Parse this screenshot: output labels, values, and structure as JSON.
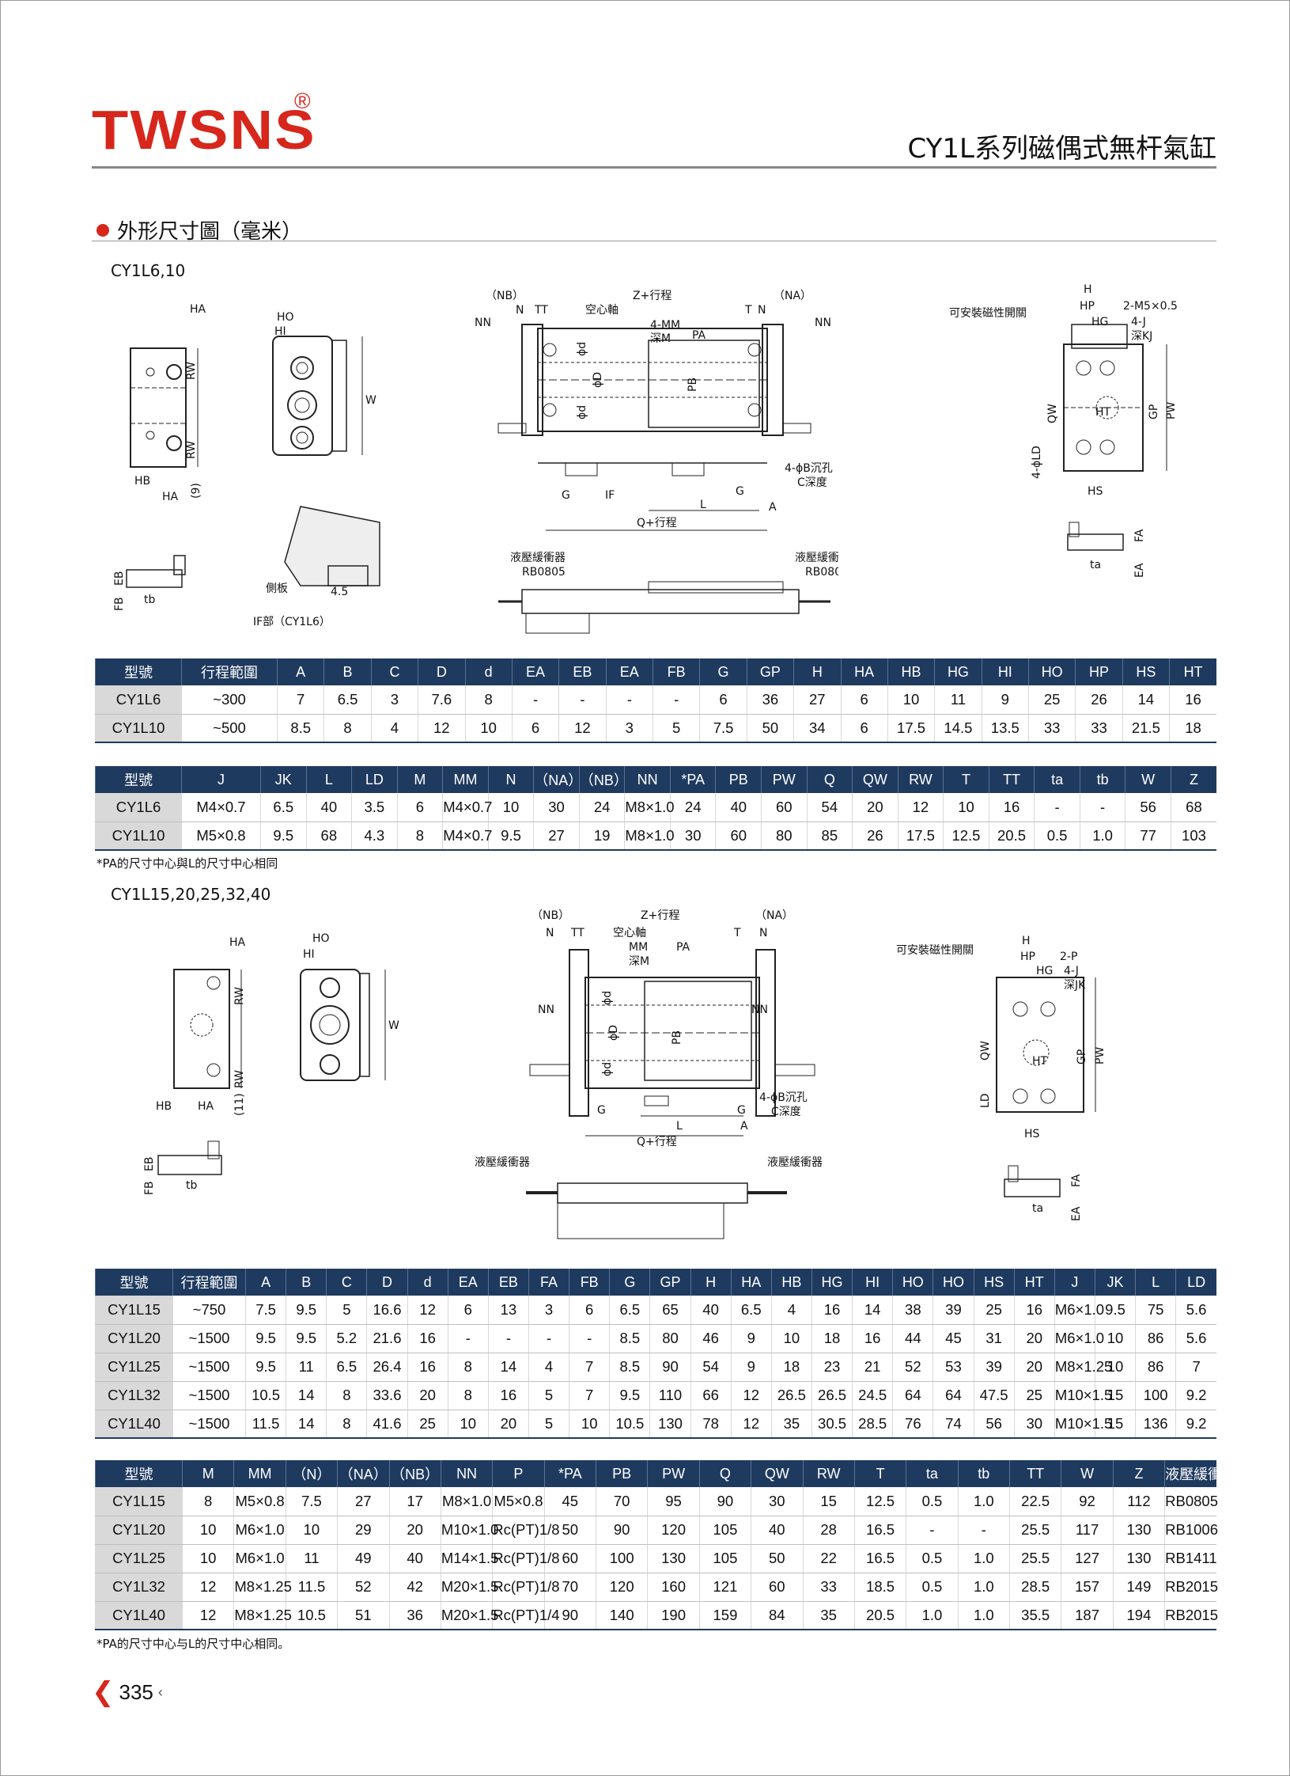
{
  "brand": {
    "name": "TWSNS",
    "reg": "®"
  },
  "doc_title": "CY1L系列磁偶式無杆氣缸",
  "section_title": "外形尺寸圖（毫米）",
  "model_labels": {
    "first": "CY1L6,10",
    "second": "CY1L15,20,25,32,40"
  },
  "diagram_labels": {
    "ha": "HA",
    "ho": "HO",
    "hi": "HI",
    "rw": "RW",
    "w": "W",
    "hb": "HB",
    "nine": "(9)",
    "eleven": "(11)",
    "eb": "EB",
    "fb": "FB",
    "tb": "tb",
    "side_plate": "側板",
    "four_five": "4.5",
    "if_part": "IF部（CY1L6）",
    "nb": "（NB）",
    "na": "（NA）",
    "n": "N",
    "tt": "TT",
    "t": "T",
    "nn": "NN",
    "z": "Z+行程",
    "hollow": "空心軸",
    "mm4": "4-MM",
    "mm": "MM",
    "depthm": "深M",
    "pa": "PA",
    "phid": "ϕd",
    "phiD": "ϕD",
    "pb": "PB",
    "counter": "4-ϕB沉孔",
    "cdepth": "C深度",
    "g": "G",
    "if": "IF",
    "l": "L",
    "a": "A",
    "q": "Q+行程",
    "buffer": "液壓緩衝器",
    "rb0805": "RB0805",
    "magswitch": "可安裝磁性開關",
    "h": "H",
    "hp": "HP",
    "m25": "2-M5×0.5",
    "hg": "HG",
    "j4": "4-J",
    "kj": "深KJ",
    "qw": "QW",
    "ht": "HT",
    "gp": "GP",
    "pw": "PW",
    "hs": "HS",
    "ld4": "4-ϕLD",
    "ld": "LD",
    "fa": "FA",
    "ta": "ta",
    "ea": "EA",
    "p2": "2-P",
    "jk": "深JK"
  },
  "table1": {
    "headers": [
      "型號",
      "行程範圍",
      "A",
      "B",
      "C",
      "D",
      "d",
      "EA",
      "EB",
      "EA",
      "FB",
      "G",
      "GP",
      "H",
      "HA",
      "HB",
      "HG",
      "HI",
      "HO",
      "HP",
      "HS",
      "HT"
    ],
    "rows": [
      [
        "CY1L6",
        "~300",
        "7",
        "6.5",
        "3",
        "7.6",
        "8",
        "-",
        "-",
        "-",
        "-",
        "6",
        "36",
        "27",
        "6",
        "10",
        "11",
        "9",
        "25",
        "26",
        "14",
        "16"
      ],
      [
        "CY1L10",
        "~500",
        "8.5",
        "8",
        "4",
        "12",
        "10",
        "6",
        "12",
        "3",
        "5",
        "7.5",
        "50",
        "34",
        "6",
        "17.5",
        "14.5",
        "13.5",
        "33",
        "33",
        "21.5",
        "18"
      ]
    ]
  },
  "table2": {
    "headers": [
      "型號",
      "J",
      "JK",
      "L",
      "LD",
      "M",
      "MM",
      "N",
      "（NA）",
      "（NB）",
      "NN",
      "*PA",
      "PB",
      "PW",
      "Q",
      "QW",
      "RW",
      "T",
      "TT",
      "ta",
      "tb",
      "W",
      "Z"
    ],
    "rows": [
      [
        "CY1L6",
        "M4×0.7",
        "6.5",
        "40",
        "3.5",
        "6",
        "M4×0.7",
        "10",
        "30",
        "24",
        "M8×1.0",
        "24",
        "40",
        "60",
        "54",
        "20",
        "12",
        "10",
        "16",
        "-",
        "-",
        "56",
        "68"
      ],
      [
        "CY1L10",
        "M5×0.8",
        "9.5",
        "68",
        "4.3",
        "8",
        "M4×0.7",
        "9.5",
        "27",
        "19",
        "M8×1.0",
        "30",
        "60",
        "80",
        "85",
        "26",
        "17.5",
        "12.5",
        "20.5",
        "0.5",
        "1.0",
        "77",
        "103"
      ]
    ]
  },
  "note1": "*PA的尺寸中心與L的尺寸中心相同",
  "table3": {
    "headers": [
      "型號",
      "行程範圍",
      "A",
      "B",
      "C",
      "D",
      "d",
      "EA",
      "EB",
      "FA",
      "FB",
      "G",
      "GP",
      "H",
      "HA",
      "HB",
      "HG",
      "HI",
      "HO",
      "HO",
      "HS",
      "HT",
      "J",
      "JK",
      "L",
      "LD"
    ],
    "rows": [
      [
        "CY1L15",
        "~750",
        "7.5",
        "9.5",
        "5",
        "16.6",
        "12",
        "6",
        "13",
        "3",
        "6",
        "6.5",
        "65",
        "40",
        "6.5",
        "4",
        "16",
        "14",
        "38",
        "39",
        "25",
        "16",
        "M6×1.0",
        "9.5",
        "75",
        "5.6"
      ],
      [
        "CY1L20",
        "~1500",
        "9.5",
        "9.5",
        "5.2",
        "21.6",
        "16",
        "-",
        "-",
        "-",
        "-",
        "8.5",
        "80",
        "46",
        "9",
        "10",
        "18",
        "16",
        "44",
        "45",
        "31",
        "20",
        "M6×1.0",
        "10",
        "86",
        "5.6"
      ],
      [
        "CY1L25",
        "~1500",
        "9.5",
        "11",
        "6.5",
        "26.4",
        "16",
        "8",
        "14",
        "4",
        "7",
        "8.5",
        "90",
        "54",
        "9",
        "18",
        "23",
        "21",
        "52",
        "53",
        "39",
        "20",
        "M8×1.25",
        "10",
        "86",
        "7"
      ],
      [
        "CY1L32",
        "~1500",
        "10.5",
        "14",
        "8",
        "33.6",
        "20",
        "8",
        "16",
        "5",
        "7",
        "9.5",
        "110",
        "66",
        "12",
        "26.5",
        "26.5",
        "24.5",
        "64",
        "64",
        "47.5",
        "25",
        "M10×1.5",
        "15",
        "100",
        "9.2"
      ],
      [
        "CY1L40",
        "~1500",
        "11.5",
        "14",
        "8",
        "41.6",
        "25",
        "10",
        "20",
        "5",
        "10",
        "10.5",
        "130",
        "78",
        "12",
        "35",
        "30.5",
        "28.5",
        "76",
        "74",
        "56",
        "30",
        "M10×1.5",
        "15",
        "136",
        "9.2"
      ]
    ]
  },
  "table4": {
    "headers": [
      "型號",
      "M",
      "MM",
      "（N）",
      "（NA）",
      "（NB）",
      "NN",
      "P",
      "*PA",
      "PB",
      "PW",
      "Q",
      "QW",
      "RW",
      "T",
      "ta",
      "tb",
      "TT",
      "W",
      "Z",
      "液壓緩衝器"
    ],
    "rows": [
      [
        "CY1L15",
        "8",
        "M5×0.8",
        "7.5",
        "27",
        "17",
        "M8×1.0",
        "M5×0.8",
        "45",
        "70",
        "95",
        "90",
        "30",
        "15",
        "12.5",
        "0.5",
        "1.0",
        "22.5",
        "92",
        "112",
        "RB0805"
      ],
      [
        "CY1L20",
        "10",
        "M6×1.0",
        "10",
        "29",
        "20",
        "M10×1.0",
        "Rc(PT)1/8",
        "50",
        "90",
        "120",
        "105",
        "40",
        "28",
        "16.5",
        "-",
        "-",
        "25.5",
        "117",
        "130",
        "RB1006"
      ],
      [
        "CY1L25",
        "10",
        "M6×1.0",
        "11",
        "49",
        "40",
        "M14×1.5",
        "Rc(PT)1/8",
        "60",
        "100",
        "130",
        "105",
        "50",
        "22",
        "16.5",
        "0.5",
        "1.0",
        "25.5",
        "127",
        "130",
        "RB1411"
      ],
      [
        "CY1L32",
        "12",
        "M8×1.25",
        "11.5",
        "52",
        "42",
        "M20×1.5",
        "Rc(PT)1/8",
        "70",
        "120",
        "160",
        "121",
        "60",
        "33",
        "18.5",
        "0.5",
        "1.0",
        "28.5",
        "157",
        "149",
        "RB2015"
      ],
      [
        "CY1L40",
        "12",
        "M8×1.25",
        "10.5",
        "51",
        "36",
        "M20×1.5",
        "Rc(PT)1/4",
        "90",
        "140",
        "190",
        "159",
        "84",
        "35",
        "20.5",
        "1.0",
        "1.0",
        "35.5",
        "187",
        "194",
        "RB2015"
      ]
    ]
  },
  "note2": "*PA的尺寸中心与L的尺寸中心相同。",
  "page_number": "335"
}
